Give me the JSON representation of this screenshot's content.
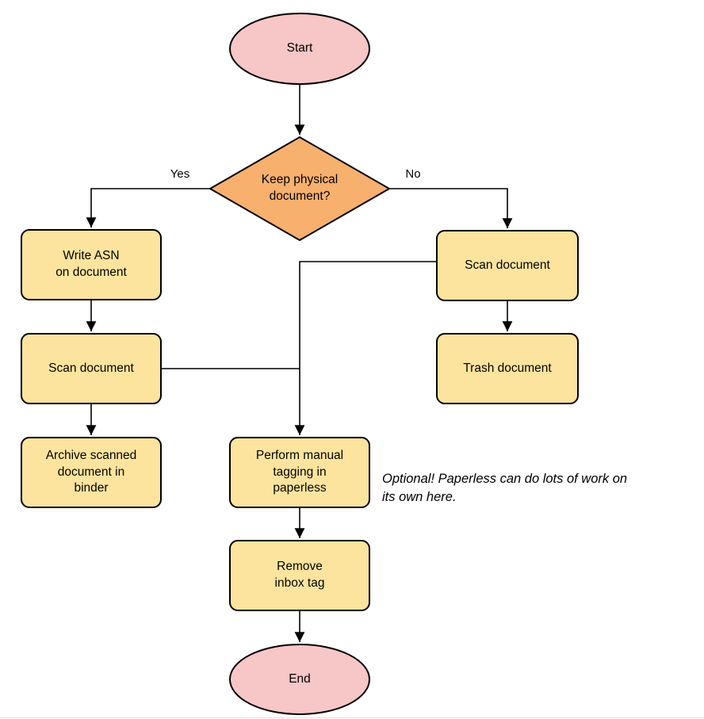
{
  "colors": {
    "terminal_fill": "#f7c6c6",
    "decision_fill": "#f7b06e",
    "process_fill": "#fde49e",
    "stroke": "#000000"
  },
  "nodes": {
    "start": {
      "type": "terminal",
      "label": "Start"
    },
    "decision": {
      "type": "decision",
      "label": "Keep physical\ndocument?"
    },
    "write_asn": {
      "type": "process",
      "label": "Write ASN\non document"
    },
    "scan_left": {
      "type": "process",
      "label": "Scan document"
    },
    "archive": {
      "type": "process",
      "label": "Archive scanned\ndocument in\nbinder"
    },
    "scan_right": {
      "type": "process",
      "label": "Scan document"
    },
    "trash": {
      "type": "process",
      "label": "Trash document"
    },
    "tagging": {
      "type": "process",
      "label": "Perform manual\ntagging in\npaperless"
    },
    "remove_inbox": {
      "type": "process",
      "label": "Remove\ninbox tag"
    },
    "end": {
      "type": "terminal",
      "label": "End"
    }
  },
  "edges": [
    {
      "from": "start",
      "to": "decision",
      "label": ""
    },
    {
      "from": "decision",
      "to": "write_asn",
      "label": "Yes"
    },
    {
      "from": "decision",
      "to": "scan_right",
      "label": "No"
    },
    {
      "from": "write_asn",
      "to": "scan_left",
      "label": ""
    },
    {
      "from": "scan_left",
      "to": "archive",
      "label": ""
    },
    {
      "from": "scan_left",
      "to": "tagging",
      "label": ""
    },
    {
      "from": "scan_right",
      "to": "tagging",
      "label": ""
    },
    {
      "from": "scan_right",
      "to": "trash",
      "label": ""
    },
    {
      "from": "tagging",
      "to": "remove_inbox",
      "label": ""
    },
    {
      "from": "remove_inbox",
      "to": "end",
      "label": ""
    }
  ],
  "annotation": {
    "text": "Optional! Paperless can do lots of work on\nits own here."
  }
}
